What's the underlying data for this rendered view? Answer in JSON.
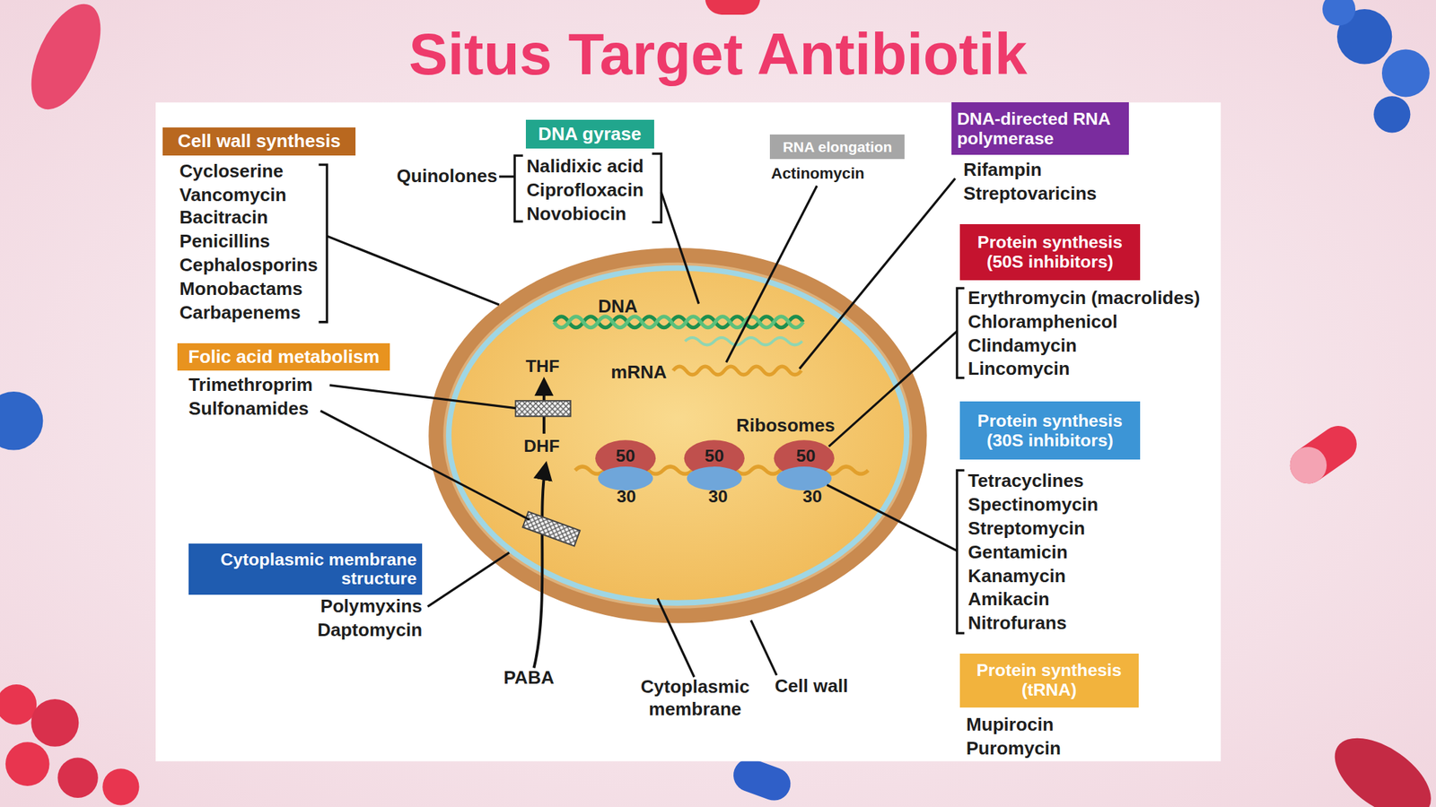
{
  "diagram": {
    "title": "Situs Target Antibiotik",
    "nodes": [
      {
        "text": [
          "Cell wall synthesis"
        ]
      },
      {
        "text": [
          "DNA gyrase"
        ]
      },
      {
        "text": [
          "RNA elongation"
        ]
      },
      {
        "text": [
          "DNA-directed RNA polymerase"
        ]
      },
      {
        "text": [
          "Protein synthesis (50S inhibitors)"
        ]
      },
      {
        "text": [
          "Folic acid metabolism"
        ]
      },
      {
        "text": [
          "Protein synthesis (30S inhibitors)"
        ]
      },
      {
        "text": [
          "Cytoplasmic membrane structure"
        ]
      },
      {
        "text": [
          "Protein synthesis (tRNA)"
        ]
      }
    ],
    "labels": [
      "Cycloserine",
      "Vancomycin",
      "Bacitracin",
      "Penicillins",
      "Cephalosporins",
      "Monobactams",
      "Carbapenems",
      "Quinolones",
      "Nalidixic acid",
      "Ciprofloxacin",
      "Novobiocin",
      "Actinomycin",
      "Rifampin",
      "Streptovaricins",
      "Erythromycin (macrolides)",
      "Chloramphenicol",
      "Clindamycin",
      "Lincomycin",
      "Tetracyclines",
      "Spectinomycin",
      "Streptomycin",
      "Gentamicin",
      "Kanamycin",
      "Amikacin",
      "Nitrofurans",
      "Mupirocin",
      "Puromycin",
      "Trimethroprim",
      "Sulfonamides",
      "Polymyxins",
      "Daptomycin",
      "DNA",
      "mRNA",
      "THF",
      "DHF",
      "Ribosomes",
      "50",
      "50",
      "50",
      "30",
      "30",
      "30",
      "PABA",
      "Cytoplasmic membrane",
      "Cell wall"
    ]
  }
}
